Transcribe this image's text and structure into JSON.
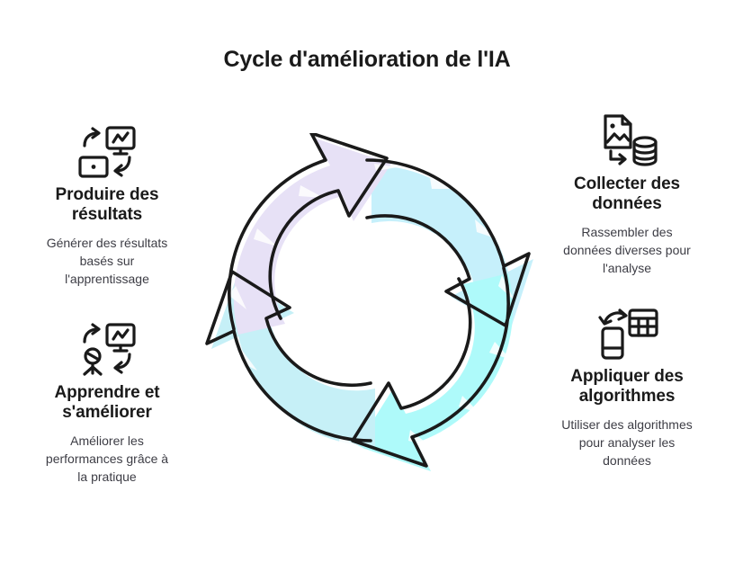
{
  "page": {
    "title": "Cycle d'amélioration de l'IA",
    "background_color": "#ffffff",
    "title_color": "#1a1a1a",
    "body_text_color": "#3d3d45"
  },
  "steps": [
    {
      "id": "collect",
      "position": "top-right",
      "icon_name": "image-file-to-database-icon",
      "title": "Collecter des données",
      "description": "Rassembler des données diverses pour l'analyse"
    },
    {
      "id": "apply",
      "position": "bottom-right",
      "icon_name": "mobile-to-calculator-icon",
      "title": "Appliquer des algorithmes",
      "description": "Utiliser des algorithmes pour analyser les données"
    },
    {
      "id": "learn",
      "position": "bottom-left",
      "icon_name": "person-and-chart-monitor-icon",
      "title": "Apprendre et s'améliorer",
      "description": "Améliorer les performances grâce à la pratique"
    },
    {
      "id": "produce",
      "position": "top-left",
      "icon_name": "chart-monitor-and-screen-icon",
      "title": "Produire des résultats",
      "description": "Générer des résultats basés sur l'apprentissage"
    }
  ],
  "diagram": {
    "name": "four-arrow-cycle",
    "direction": "counter-clockwise",
    "stroke_color": "#1a1a1a",
    "center_fill": "#ffffff",
    "segments": [
      {
        "id": "segment-top-right",
        "color": "#c6f0fb",
        "linked_step": "collect"
      },
      {
        "id": "segment-bottom-right",
        "color": "#aefafa",
        "linked_step": "apply"
      },
      {
        "id": "segment-bottom-left",
        "color": "#c6f0f7",
        "linked_step": "learn"
      },
      {
        "id": "segment-top-left",
        "color": "#e7e1f6",
        "linked_step": "produce"
      }
    ]
  }
}
